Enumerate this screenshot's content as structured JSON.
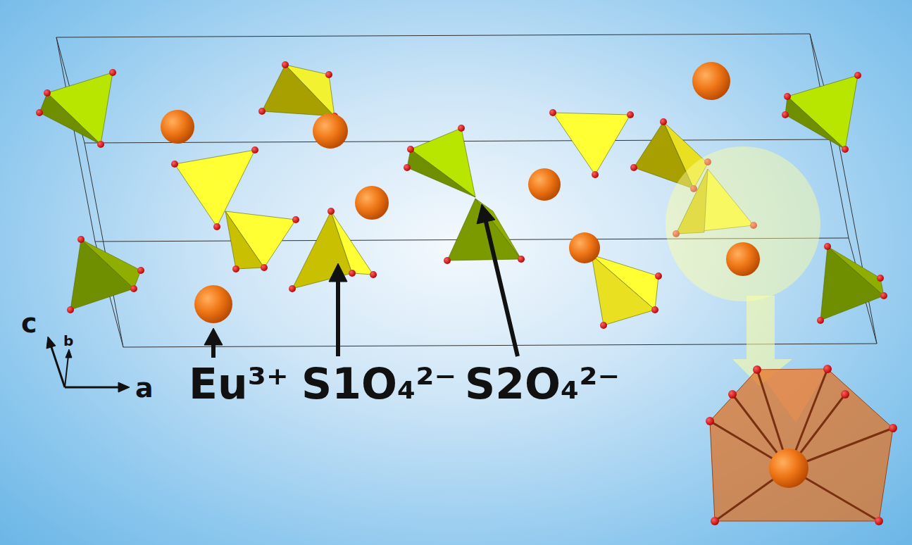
{
  "diagram": {
    "labels": [
      "c",
      "b",
      "a",
      "Eu³⁺",
      "S1O₄²⁻",
      "S2O₄²⁻"
    ]
  }
}
